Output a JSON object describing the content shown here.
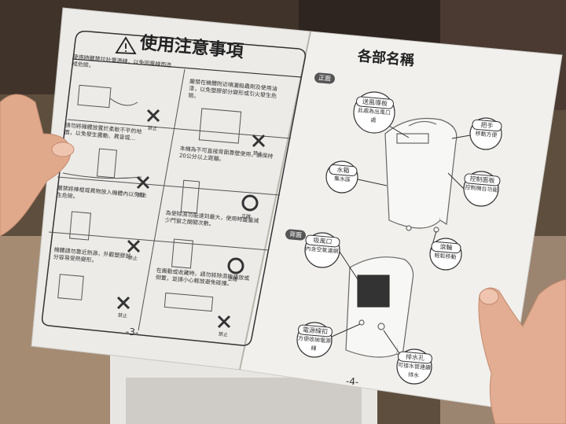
{
  "left_page": {
    "title": "使用注意事項",
    "page_number": "-3-",
    "items": [
      {
        "text": "使用時嚴禁拉扯電源線，以免因電線而造成危險。",
        "mark": "禁止"
      },
      {
        "text": "嚴禁在機體附近噴灑殺蟲劑及使用油漆，以免塑膠部分變形或引火發生危險。",
        "mark": "禁止"
      },
      {
        "text": "請勿將機體放置於柔軟不平的地面，以免發生震動、異音或…",
        "mark": "禁止"
      },
      {
        "text": "本機為不可直接背面靠壁使用，請保持20公分以上距離。",
        "mark": "正確"
      },
      {
        "text": "嚴禁將棒棍或異物放入機體內以免發生危險。",
        "mark": "禁止"
      },
      {
        "text": "為使除濕功能達到最大，使用時盡量減少門窗之開關次數。",
        "mark": "正確"
      },
      {
        "text": "機體請勿靠近熱源，外觀塑膠部分容易受熱變形。",
        "mark": "禁止"
      },
      {
        "text": "在搬動或收藏時，請勿將除濕機橫放或倒置，並請小心輕放避免碰撞。",
        "mark": "禁止"
      }
    ]
  },
  "right_page": {
    "title": "各部名稱",
    "page_number": "-4-",
    "front_tag": "正面",
    "back_tag": "背面",
    "front_callouts": [
      {
        "name": "送風導板",
        "desc": "此處為出風口處"
      },
      {
        "name": "把手",
        "desc": "移動方便"
      },
      {
        "name": "水箱",
        "desc": "集水區"
      },
      {
        "name": "控制面板",
        "desc": "控制機台功能"
      },
      {
        "name": "滾輪",
        "desc": "輕鬆移動"
      }
    ],
    "back_callouts": [
      {
        "name": "吸風口",
        "desc": "內含空氣濾網"
      },
      {
        "name": "電源線扣",
        "desc": "方便收納電源線"
      },
      {
        "name": "排水孔",
        "desc": "可接水管連續排水"
      }
    ]
  },
  "colors": {
    "paper": "#ececea",
    "ink": "#2a2a2a",
    "skin": "#e2ad92",
    "wood": "#7a6550",
    "wall": "#4a3c30"
  }
}
